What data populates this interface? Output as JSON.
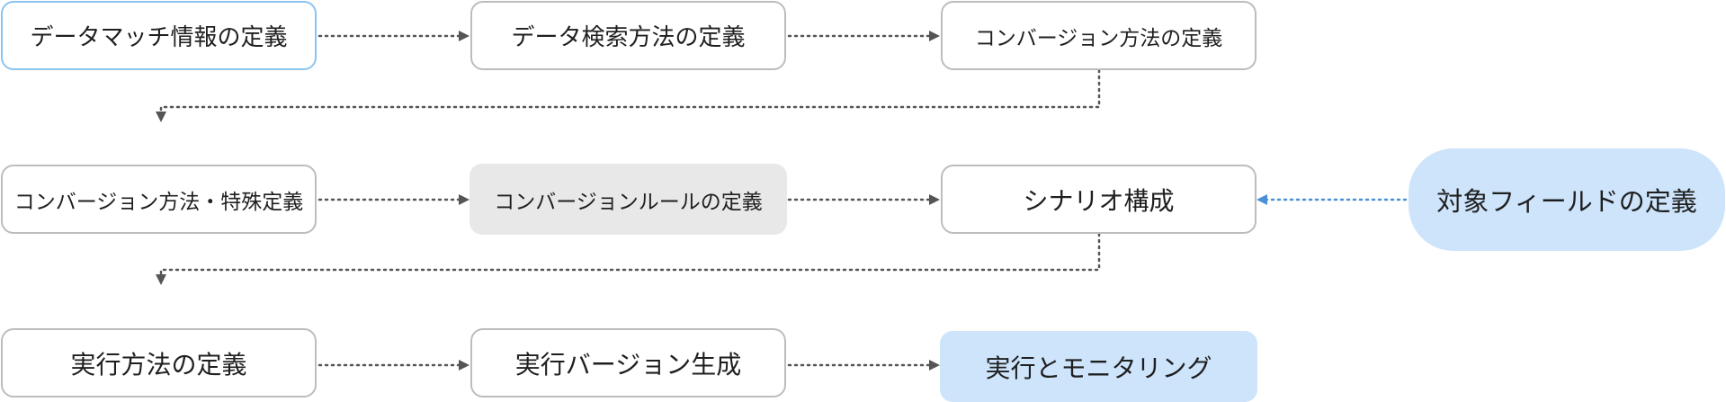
{
  "nodes": {
    "data_match": "データマッチ情報の定義",
    "data_search": "データ検索方法の定義",
    "conversion_method": "コンバージョン方法の定義",
    "conversion_special": "コンバージョン方法・特殊定義",
    "conversion_rule": "コンバージョンルールの定義",
    "scenario": "シナリオ構成",
    "target_field": "対象フィールドの定義",
    "execution_method": "実行方法の定義",
    "execution_version": "実行バージョン生成",
    "execution_monitoring": "実行とモニタリング"
  },
  "colors": {
    "connector": "#555555",
    "connector_accent": "#4a90d9",
    "border": "#bdbdbd",
    "border_active": "#8cc4ef",
    "fill_gray": "#e8e8e8",
    "fill_blue": "#cde4fb"
  }
}
